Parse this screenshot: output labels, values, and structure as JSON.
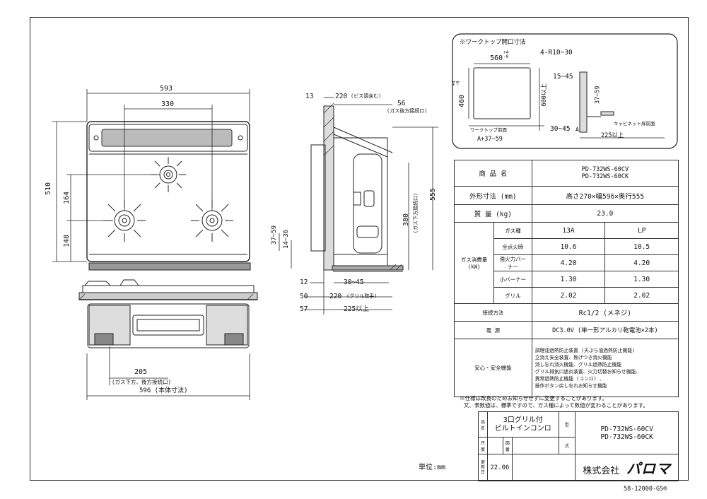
{
  "dims": {
    "top_width": "593",
    "burner_spacing": "330",
    "height_510": "510",
    "dim_164": "164",
    "dim_148": "148",
    "dim_205": "205",
    "gas_rear_label": "(ガス下方、後方接続口)",
    "body_width": "596 (本体寸法)",
    "side_13": "13",
    "side_220": "220",
    "side_220_note": "(ビス頭含む)",
    "side_56": "56",
    "side_56_note": "(ガス後方接続口)",
    "side_555": "555",
    "side_380": "380",
    "side_380_note": "(ガス下方接続口)",
    "side_37_59": "37~59",
    "side_14_36": "14~36",
    "side_12": "12",
    "side_30_45": "30~45",
    "side_50": "50",
    "side_220b": "220",
    "side_220b_note": "(グリル取手)",
    "side_57": "57",
    "side_225": "225以上"
  },
  "cutout": {
    "title": "※ワークトップ開口寸法",
    "w": "560",
    "w_tol": "+4\n-0",
    "d": "460",
    "d_tol": "+4\n-0",
    "radius": "4-R10~30",
    "d600": "600以上",
    "d15_45": "15~45",
    "d37_59": "37~59",
    "d30_45": "30~45",
    "cab_front": "キャビネット扉前面",
    "wt_front": "ワークトップ前面",
    "a_formula": "A+37~59",
    "a": "A",
    "d225": "225以上"
  },
  "spec": {
    "product_name_label": "商 品 名",
    "product_name_value": "PD-732WS-60CV\nPD-732WS-60CK",
    "dimensions_label": "外形寸法 (mm)",
    "dimensions_value": "高さ270×幅596×奥行555",
    "mass_label": "質 量 (kg)",
    "mass_value": "23.0",
    "gas_consumption_label": "ガス消費量\n(kW)",
    "gas_type_label": "ガス種",
    "gas_13a": "13A",
    "gas_lp": "LP",
    "rows": [
      {
        "label": "全点火時",
        "a": "10.6",
        "b": "10.5"
      },
      {
        "label": "強火力バーナー",
        "a": "4.20",
        "b": "4.20"
      },
      {
        "label": "小バーナー",
        "a": "1.30",
        "b": "1.30"
      },
      {
        "label": "グリル",
        "a": "2.02",
        "b": "2.02"
      }
    ],
    "connection_label": "接続方法",
    "connection_value": "Rc1/2 (メネジ)",
    "power_label": "電 源",
    "power_value": "DC3.0V (単一形アルカリ乾電池×2本)",
    "safety_label": "安心・安全機能",
    "safety_lines": [
      "調理油過熱防止装置 (天ぷら油過熱防止機能)",
      "立消え安全装置、焦げつき消火機能",
      "消し忘れ消火機能、グリル過熱防止機能",
      "グリル排気口遮炎装置、火力切替お知らせ機能、",
      "異常過熱防止機能 (コンロ) 、",
      "操作ボタン戻し忘れお知らせ機能"
    ]
  },
  "notes": {
    "line1": "※仕様は改良のためお知らせせずに変更することがあります。",
    "line2": "又、表数値は、標準ですので、ガス種によって数値が変わることがあります。"
  },
  "title_block": {
    "hinmei": "品\n名",
    "product": "3口グリル付\nビルトインコンロ",
    "kata": "型",
    "shiki": "式",
    "model": "PD-732WS-60CV\nPD-732WS-60CK",
    "shakudo": "尺\n度",
    "zuban": "図\n番",
    "koushin": "更\n新\n日",
    "date": "22.06",
    "company_prefix": "株式会社",
    "company_logo": "パロマ"
  },
  "unit_label": "単位:mm",
  "drawing_no": "58-12000-GS®"
}
